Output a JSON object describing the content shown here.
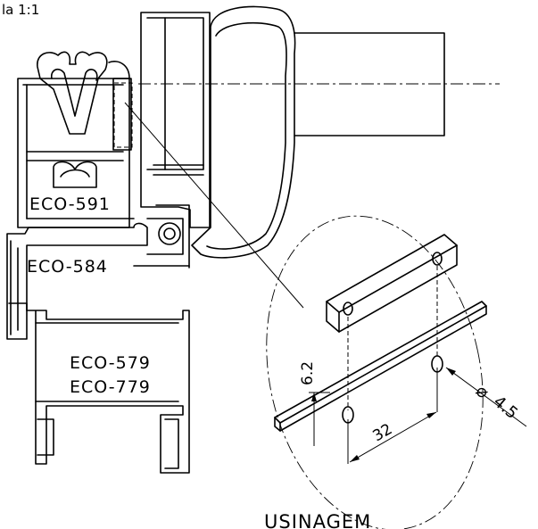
{
  "drawing": {
    "scale": "la  1:1",
    "profiles": {
      "p1": "ECO-591",
      "p2": "ECO-584",
      "p3": "ECO-579",
      "p4": "ECO-779"
    },
    "detail": {
      "dim_height": "6.2",
      "dim_width": "32",
      "dim_diameter": "4.5",
      "diameter_symbol": "⌀",
      "title": "USINAGEM"
    }
  }
}
